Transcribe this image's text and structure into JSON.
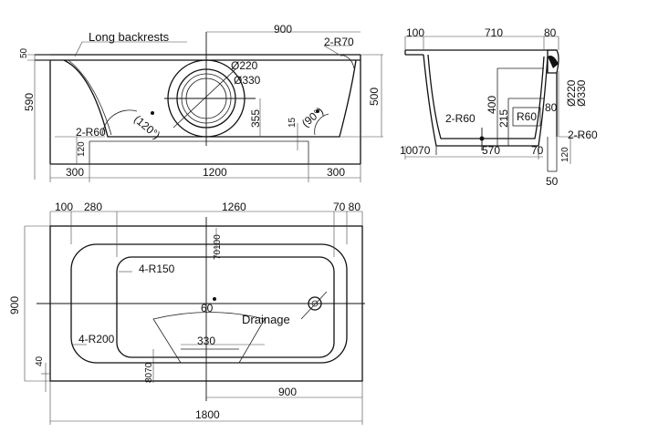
{
  "side_view": {
    "label_backrest": "Long backrests",
    "dim_top_900": "900",
    "dim_r70": "2-R70",
    "dim_50": "50",
    "dim_590": "590",
    "dim_500": "500",
    "dim_d220": "Ø220",
    "dim_d330": "Ø330",
    "dim_120deg": "(120°)",
    "dim_90deg": "(90°)",
    "dim_355": "355",
    "dim_15": "15",
    "dim_r60": "2-R60",
    "dim_120": "120",
    "dim_300_left": "300",
    "dim_1200": "1200",
    "dim_300_right": "300"
  },
  "end_view": {
    "dim_100": "100",
    "dim_710": "710",
    "dim_80_top": "80",
    "dim_400": "400",
    "dim_d220": "Ø220",
    "dim_d330": "Ø330",
    "dim_80_mid": "80",
    "dim_r60_left": "2-R60",
    "dim_r60_center": "R60",
    "dim_215": "215",
    "dim_2r60_right": "2-R60",
    "dim_100_70": "10070",
    "dim_570": "570",
    "dim_70": "70",
    "dim_120": "120",
    "dim_50": "50"
  },
  "plan_view": {
    "dim_100": "100",
    "dim_280": "280",
    "dim_1260": "1260",
    "dim_70_80": "70 80",
    "dim_70_100": "70100",
    "dim_900_height": "900",
    "dim_r150": "4-R150",
    "dim_60": "60",
    "label_drainage": "Drainage",
    "dim_r200": "4-R200",
    "dim_40": "40",
    "dim_330": "330",
    "dim_80_70": "8070",
    "dim_900_bottom": "900",
    "dim_1800": "1800"
  }
}
